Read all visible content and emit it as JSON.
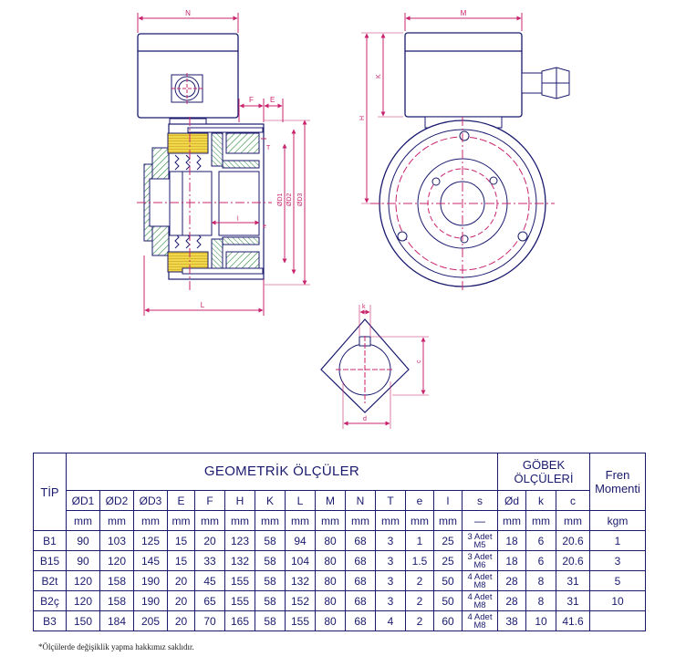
{
  "drawing": {
    "side_labels": {
      "N": "N",
      "E": "E",
      "F": "F",
      "T": "T",
      "L": "L",
      "l": "l",
      "e": "e",
      "D1": "ØD1",
      "D2": "ØD2",
      "D3": "ØD3"
    },
    "front_labels": {
      "M": "M",
      "K": "K",
      "H": "H"
    },
    "hub_labels": {
      "k": "k",
      "c": "c",
      "d": "d"
    }
  },
  "table": {
    "tip": "TİP",
    "geo_header": "GEOMETRİK ÖLÇÜLER",
    "gobek_header": "GÖBEK ÖLÇÜLERİ",
    "fren_header": "Fren Momenti",
    "columns": [
      "ØD1",
      "ØD2",
      "ØD3",
      "E",
      "F",
      "H",
      "K",
      "L",
      "M",
      "N",
      "T",
      "e",
      "l",
      "s",
      "Ød",
      "k",
      "c"
    ],
    "units": [
      "mm",
      "mm",
      "mm",
      "mm",
      "mm",
      "mm",
      "mm",
      "mm",
      "mm",
      "mm",
      "mm",
      "mm",
      "mm",
      "—",
      "mm",
      "mm",
      "mm",
      "kgm"
    ],
    "rows": [
      {
        "tip": "B1",
        "vals": [
          "90",
          "103",
          "125",
          "15",
          "20",
          "123",
          "58",
          "94",
          "80",
          "68",
          "3",
          "1",
          "25",
          "3 Adet M5",
          "18",
          "6",
          "20.6",
          "1"
        ]
      },
      {
        "tip": "B15",
        "vals": [
          "90",
          "120",
          "145",
          "15",
          "33",
          "132",
          "58",
          "104",
          "80",
          "68",
          "3",
          "1.5",
          "25",
          "3 Adet M6",
          "18",
          "6",
          "20.6",
          "3"
        ]
      },
      {
        "tip": "B2t",
        "vals": [
          "120",
          "158",
          "190",
          "20",
          "45",
          "155",
          "58",
          "132",
          "80",
          "68",
          "3",
          "2",
          "50",
          "4 Adet M8",
          "28",
          "8",
          "31",
          "5"
        ]
      },
      {
        "tip": "B2ç",
        "vals": [
          "120",
          "158",
          "190",
          "20",
          "65",
          "155",
          "58",
          "152",
          "80",
          "68",
          "3",
          "2",
          "50",
          "4 Adet M8",
          "28",
          "8",
          "31",
          "10"
        ]
      },
      {
        "tip": "B3",
        "vals": [
          "150",
          "184",
          "205",
          "20",
          "70",
          "165",
          "58",
          "155",
          "80",
          "68",
          "4",
          "2",
          "60",
          "4 Adet M8",
          "38",
          "10",
          "41.6",
          ""
        ]
      }
    ]
  },
  "footnote": "*Ölçülerde değişiklik yapma hakkımız saklıdır."
}
